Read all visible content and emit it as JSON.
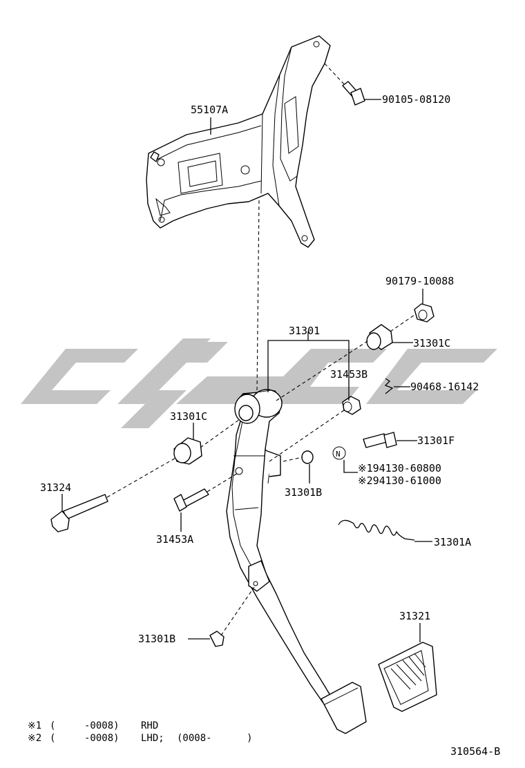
{
  "diagram": {
    "part_labels": {
      "bracket": "55107A",
      "bolt_top": "90105-08120",
      "nut": "90179-10088",
      "pedal_assy": "31301",
      "bushing_right": "31301C",
      "collar_right": "31453B",
      "clip": "90468-16142",
      "bushing_left": "31301C",
      "bolt_f": "31301F",
      "n_symbol": "N",
      "alt_part_1": "※194130-60800",
      "alt_part_2": "※294130-61000",
      "long_bolt": "31324",
      "stopper_b_upper": "31301B",
      "collar_left": "31453A",
      "spring": "31301A",
      "pad": "31321",
      "stopper_b_lower": "31301B"
    },
    "notes": [
      {
        "mark": "※1",
        "open": "(",
        "range": "-0008)",
        "spec": "RHD",
        "extra": ""
      },
      {
        "mark": "※2",
        "open": "(",
        "range": "-0008)",
        "spec": "LHD;",
        "extra": "(0008-      )"
      }
    ],
    "drawing_number": "310564-B"
  }
}
